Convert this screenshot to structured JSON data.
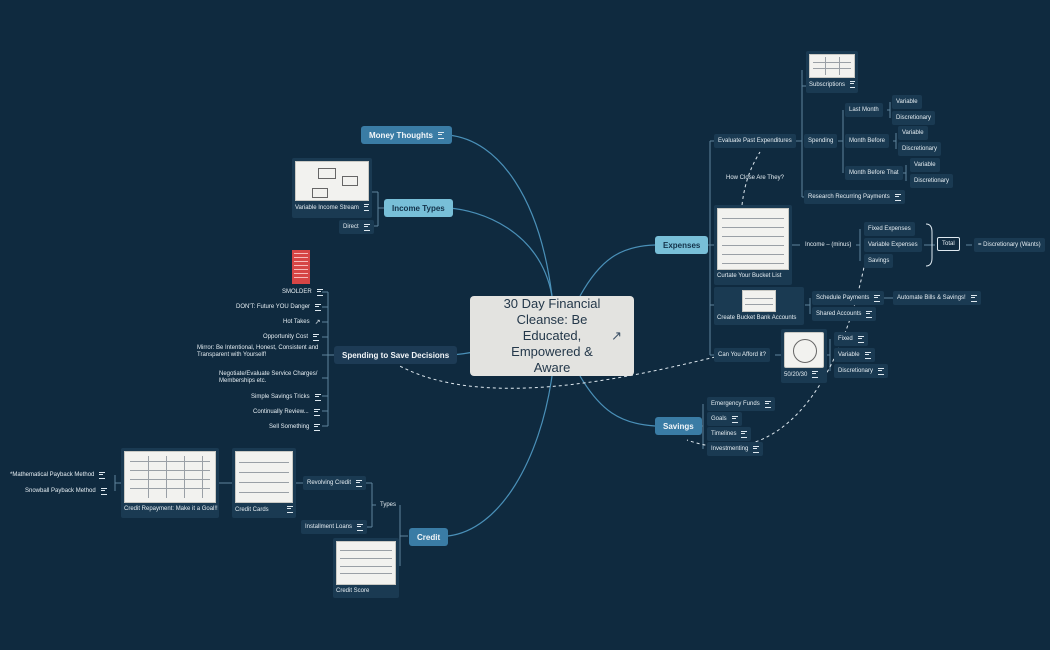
{
  "central": {
    "title": "30 Day Financial Cleanse: Be Educated, Empowered & Aware",
    "link_icon": "external-link-icon"
  },
  "colors": {
    "background": "#0f2a3f",
    "central": "#e3e3e0",
    "branch_line": "#4a90b8",
    "sub_line": "#6f8fa6"
  },
  "money_thoughts": {
    "label": "Money Thoughts"
  },
  "income_types": {
    "label": "Income Types",
    "variable_income": "Variable Income Stream",
    "direct": "Direct"
  },
  "spending": {
    "label": "Spending to Save Decisions",
    "items": [
      "SMOLDER",
      "DON'T: Future YOU Danger",
      "Hot Takes",
      "Opportunity Cost",
      "Mirror: Be Intentional, Honest, Consistent and Transparent with Yourself!",
      "Negotiate/Evaluate Service Charges/ Memberships etc.",
      "Simple Savings Tricks",
      "Continually Review...",
      "Sell Something"
    ]
  },
  "credit": {
    "label": "Credit",
    "types": "Types",
    "revolving": "Revolving Credit",
    "installment": "Installment Loans",
    "credit_score": "Credit Score",
    "credit_cards": "Credit Cards",
    "repayment": "Credit Repayment: Make it a Goal!!",
    "math_method": "*Mathematical Payback Method",
    "snowball": "Snowball Payback Method"
  },
  "expenses": {
    "label": "Expenses",
    "evaluate": "Evaluate Past Expenditures",
    "subscriptions": "Subscriptions",
    "spending": "Spending",
    "last_month": "Last Month",
    "month_before": "Month Before",
    "month_before_that": "Month Before That",
    "variable": "Variable",
    "discretionary": "Discretionary",
    "research": "Research Recurring Payments",
    "how_close": "How Close Are They?",
    "bucket_list": "Curtate Your Bucket List",
    "income_minus": "Income – (minus)",
    "fixed_expenses": "Fixed Expenses",
    "variable_expenses": "Variable Expenses",
    "savings": "Savings",
    "total": "Total",
    "eq_discretionary": "= Discretionary (Wants)",
    "bucket_accounts": "Create Bucket Bank Accounts",
    "schedule": "Schedule Payments",
    "automate": "Automate Bills & Savings!",
    "shared": "Shared Accounts",
    "afford": "Can You Afford it?",
    "rule": "50/20/30",
    "fixed": "Fixed"
  },
  "savings": {
    "label": "Savings",
    "items": [
      "Emergency Funds",
      "Goals",
      "Timelines",
      "Investmenting"
    ]
  }
}
